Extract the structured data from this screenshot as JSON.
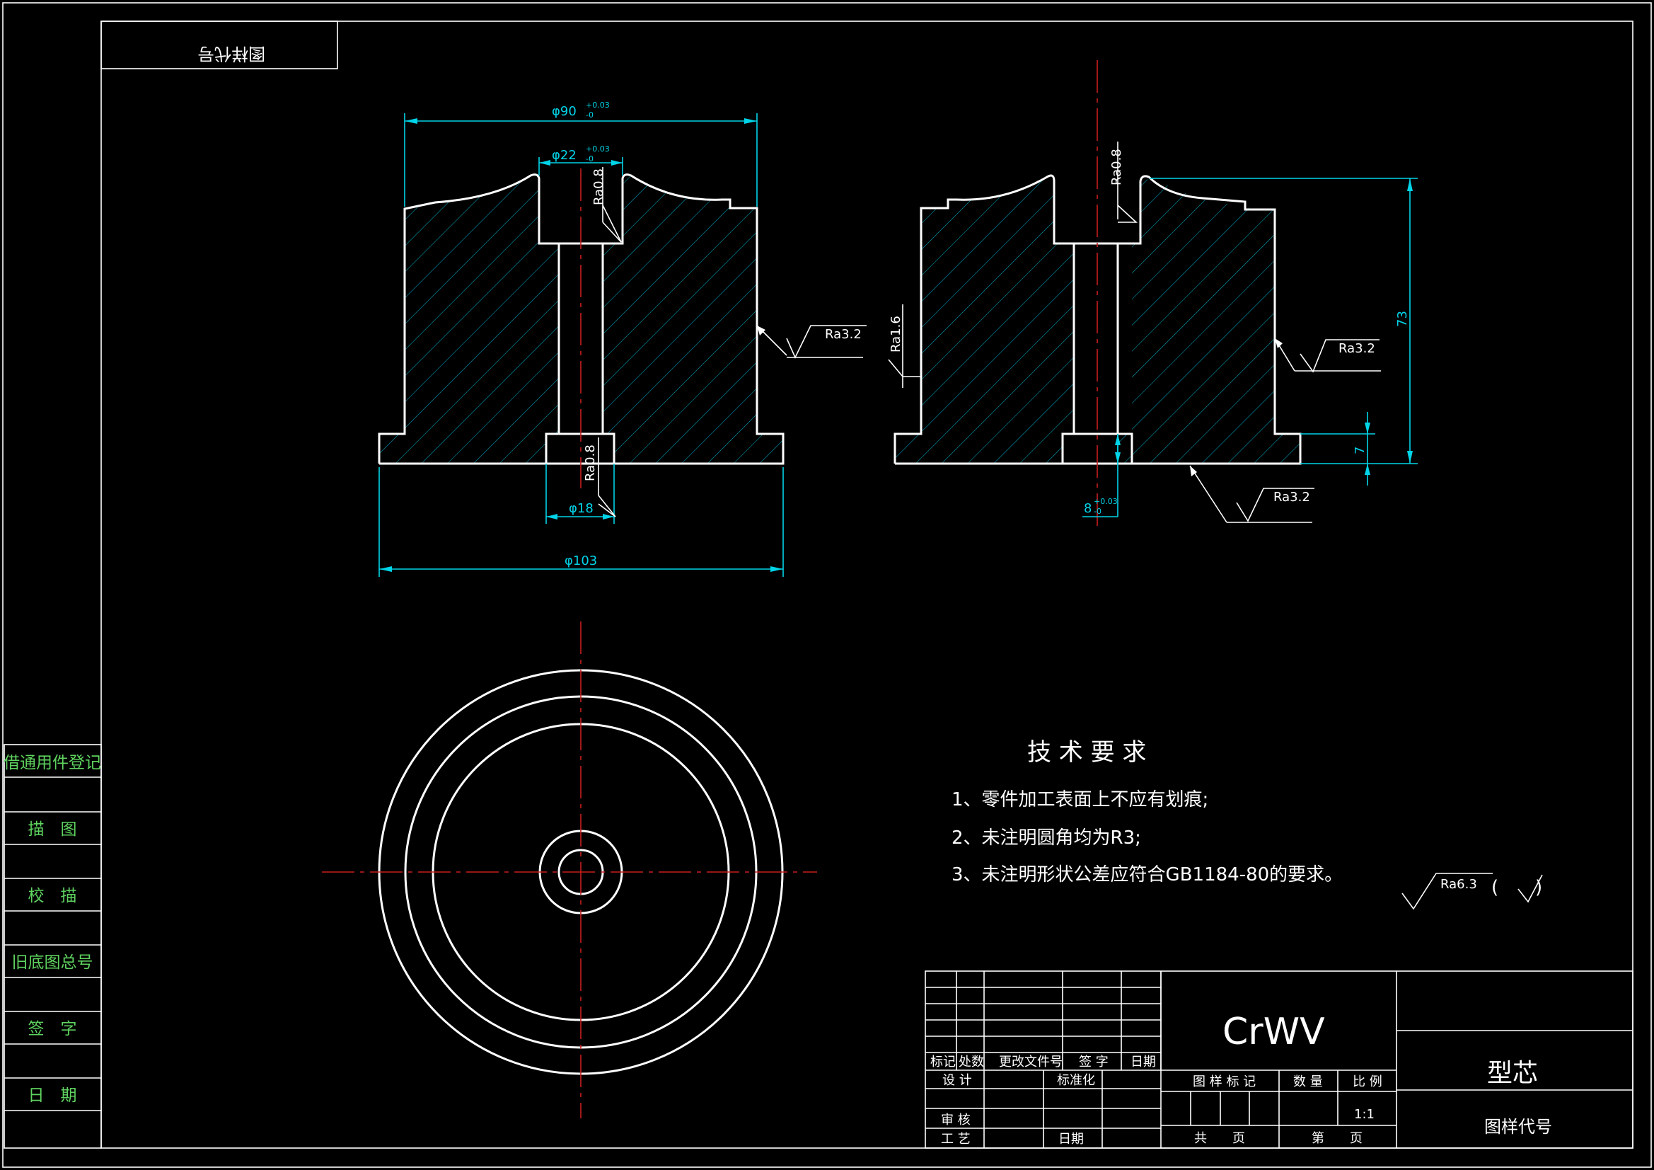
{
  "top_left_label": "图样代号",
  "side_panel": {
    "labels": [
      "借通用件登记",
      "描　图",
      "校　描",
      "旧底图总号",
      "签　字",
      "日　期"
    ]
  },
  "dimensions": {
    "phi90": "φ90",
    "phi90_tol_upper": "+0.03",
    "phi90_tol_lower": "-0",
    "phi22": "φ22",
    "phi22_tol_upper": "+0.03",
    "phi22_tol_lower": "-0",
    "phi18": "φ18",
    "phi103": "φ103",
    "h73": "73",
    "h7": "7",
    "d8": "8",
    "d8_tol_upper": "+0.03",
    "d8_tol_lower": "-0"
  },
  "roughness": {
    "left_top_hole": "Ra0.8",
    "left_bottom_hole": "Ra0.8",
    "left_side": "Ra3.2",
    "right_left_side": "Ra1.6",
    "right_top_hole": "Ra0.8",
    "right_side": "Ra3.2",
    "right_bottom": "Ra3.2",
    "general": "Ra6.3",
    "general_paren_open": "(",
    "general_paren_close": ")"
  },
  "tech_requirements": {
    "title": "技 术 要 求",
    "items": [
      "1、零件加工表面上不应有划痕;",
      "2、未注明圆角均为R3;",
      "3、未注明形状公差应符合GB1184-80的要求。"
    ]
  },
  "title_block": {
    "material": "CrWV",
    "part_name": "型芯",
    "drawing_code_label": "图样代号",
    "rev_headers": [
      "标记",
      "处数",
      "更改文件号",
      "签 字",
      "日期"
    ],
    "design": "设 计",
    "standardize": "标准化",
    "review": "审 核",
    "process": "工 艺",
    "date": "日期",
    "drawing_mark": "图 样 标 记",
    "quantity": "数 量",
    "scale_label": "比 例",
    "scale_value": "1:1",
    "total": "共　　页",
    "sheet": "第　　页"
  }
}
